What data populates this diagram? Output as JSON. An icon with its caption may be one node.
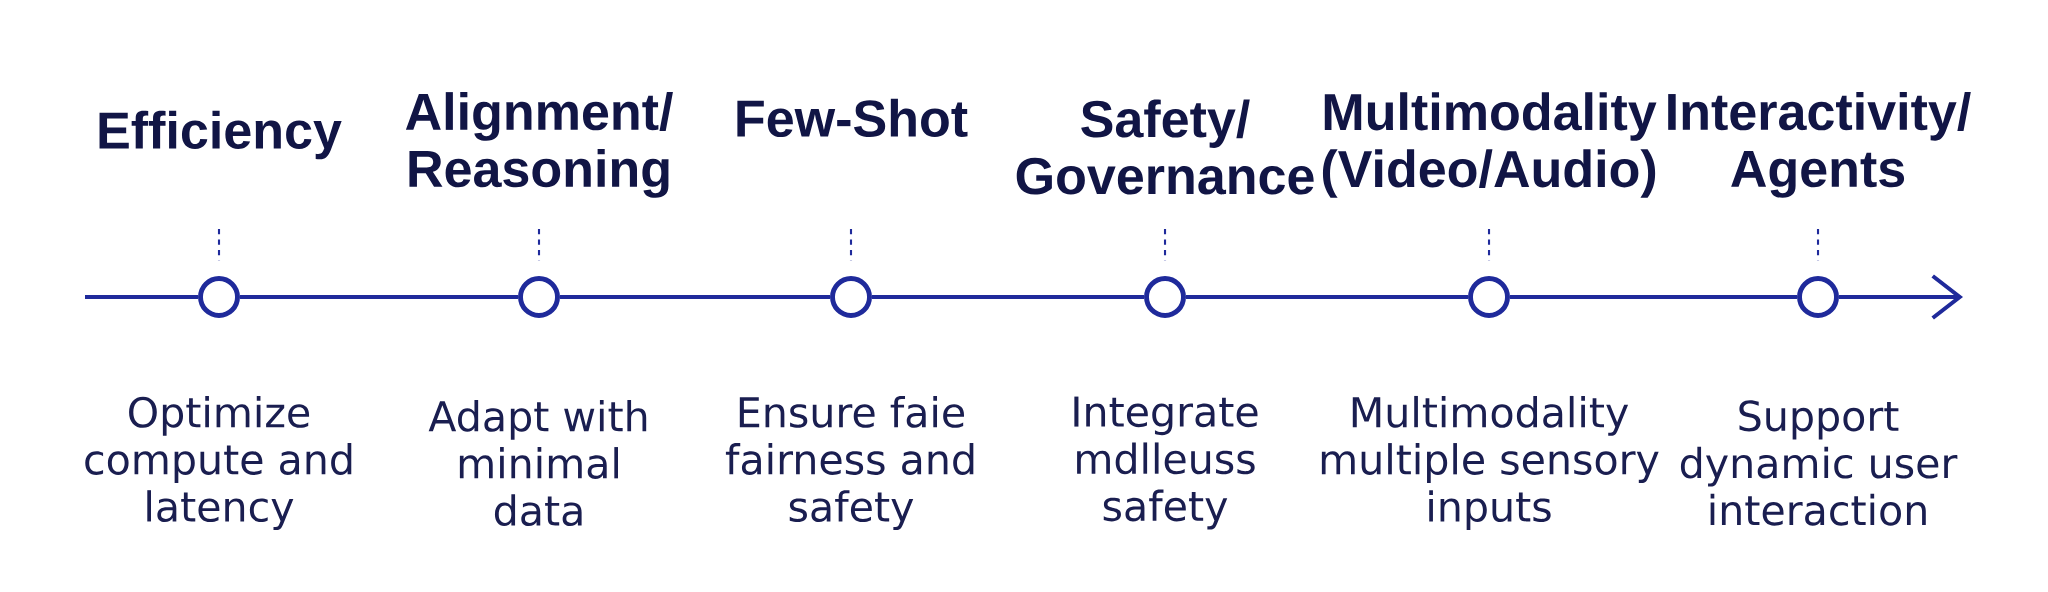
{
  "diagram": {
    "nodes": [
      {
        "text": [],
        "shape": "circle",
        "beside": [
          "Efficiency",
          "Optimize compute and latency"
        ]
      },
      {
        "text": [],
        "shape": "circle",
        "beside": [
          "Alignment/ Reasoning",
          "Adapt with minimal data"
        ]
      },
      {
        "text": [],
        "shape": "circle",
        "beside": [
          "Few-Shot",
          "Ensure faie fairness and safety"
        ]
      },
      {
        "text": [],
        "shape": "circle",
        "beside": [
          "Safety/ Governance",
          "Integrate mdlleuss safety"
        ]
      },
      {
        "text": [],
        "shape": "circle",
        "beside": [
          "Multimodality (Video/Audio)",
          "Multimodality multiple sensory inputs"
        ]
      },
      {
        "text": [],
        "shape": "circle",
        "beside": [
          "Interactivity/ Agents",
          "Support dynamic user interaction"
        ]
      }
    ],
    "edges": [
      {
        "from": null,
        "to": 0,
        "arrow": "none"
      },
      {
        "from": 0,
        "to": 1,
        "arrow": "none"
      },
      {
        "from": 1,
        "to": 2,
        "arrow": "none"
      },
      {
        "from": 2,
        "to": 3,
        "arrow": "none"
      },
      {
        "from": 3,
        "to": 4,
        "arrow": "none"
      },
      {
        "from": 4,
        "to": 5,
        "arrow": "none"
      },
      {
        "from": 5,
        "to": null,
        "arrow": "to"
      }
    ]
  }
}
